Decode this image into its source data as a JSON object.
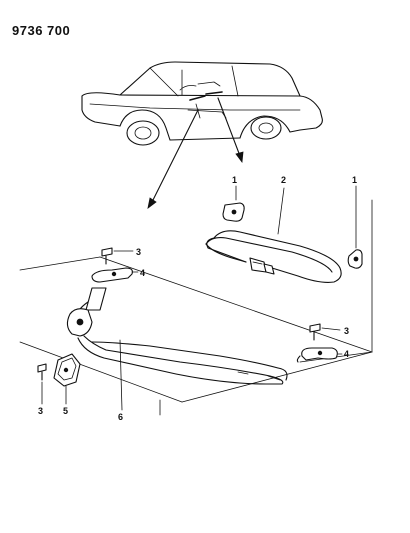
{
  "header": {
    "doc_number": "9736 700"
  },
  "callouts": {
    "c1_left": "1",
    "c2_top": "2",
    "c1_right": "1",
    "c3_upper": "3",
    "c4_upper": "4",
    "c3_mid": "3",
    "c4_mid": "4",
    "c3_bottom": "3",
    "c5_bottom": "5",
    "c6_bottom": "6"
  },
  "colors": {
    "ink": "#111111",
    "paper": "#ffffff"
  }
}
